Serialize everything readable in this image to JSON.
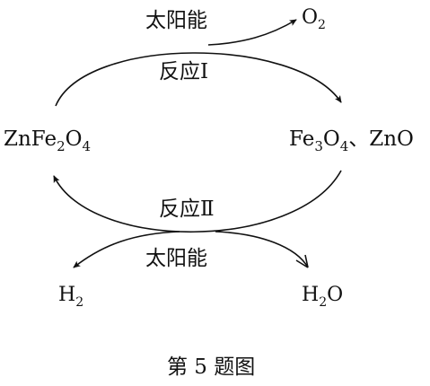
{
  "labels": {
    "energy_top": "太阳能",
    "product_top": "O",
    "product_top_sub": "2",
    "reaction_1": "反应Ⅰ",
    "left_a": "ZnFe",
    "left_sub1": "2",
    "left_b": "O",
    "left_sub2": "4",
    "right_a": "Fe",
    "right_sub1": "3",
    "right_b": "O",
    "right_sub2": "4",
    "right_c": "、ZnO",
    "reaction_2": "反应Ⅱ",
    "energy_bottom": "太阳能",
    "product_bottom": "H",
    "product_bottom_sub": "2",
    "reactant_a": "H",
    "reactant_sub": "2",
    "reactant_b": "O",
    "caption": "第 5 题图"
  }
}
